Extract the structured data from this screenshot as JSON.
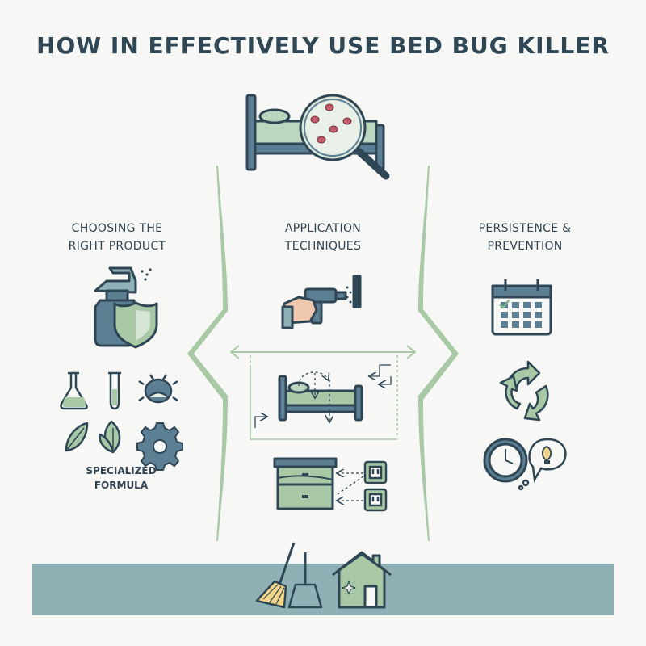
{
  "title": "HOW IN  EFFECTIVELY USE BED BUG KILLER",
  "columns": {
    "left": {
      "heading": [
        "CHOOSING THE",
        "RIGHT PRODUCT"
      ],
      "caption": [
        "SPECIALIZED",
        "FORMULA"
      ]
    },
    "center": {
      "heading": [
        "APPLICATION",
        "TECHNIQUES"
      ]
    },
    "right": {
      "heading": [
        "PERSISTENCE &",
        "PREVENTION"
      ]
    }
  },
  "icons": [
    "bed-magnifier-icon",
    "spray-bottle-icon",
    "shield-icon",
    "flask-icon",
    "test-tube-icon",
    "bug-icon",
    "leaf-icon",
    "gear-icon",
    "spray-gun-hand-icon",
    "bed-icon",
    "dresser-icon",
    "outlet-icon",
    "calendar-icon",
    "recycle-icon",
    "clock-icon",
    "lightbulb-icon",
    "broom-icon",
    "dustpan-icon",
    "house-icon"
  ],
  "colors": {
    "navy": "#2f4655",
    "sage": "#a9c9a6",
    "teal_band": "#8fb0b5",
    "steel": "#5d7f94",
    "bug": "#c55a6a"
  }
}
